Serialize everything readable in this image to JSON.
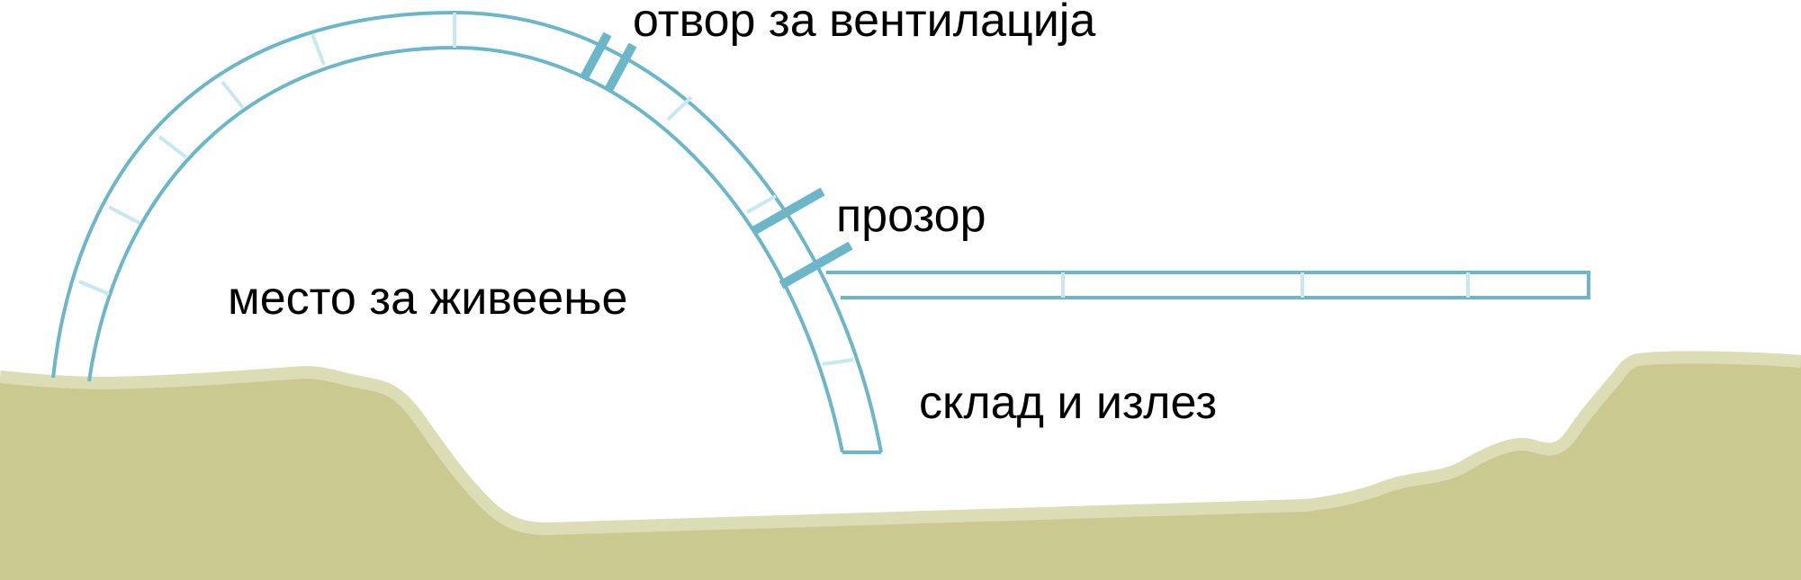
{
  "labels": {
    "vent": "отвор за вентилација",
    "window": "прозор",
    "living": "место за живеење",
    "storage": "склад и излез"
  },
  "colors": {
    "structure": "#6cb6c9",
    "structure_light": "#c8e8ef",
    "ground": "#c9c990",
    "ground_edge": "#dcdcb5",
    "background": "#ffffff",
    "text": "#000000"
  }
}
